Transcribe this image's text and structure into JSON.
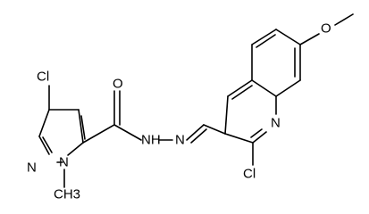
{
  "molecule": {
    "atoms": {
      "cl_pyrazole": "Cl",
      "n_pyrazole_1": "N",
      "n_pyrazole_2": "N",
      "methyl": "CH3",
      "carbonyl_o": "O",
      "amide_nh": "NH",
      "hydrazone_n": "N",
      "quinoline_n": "N",
      "cl_quinoline": "Cl",
      "methoxy_o": "O"
    }
  }
}
